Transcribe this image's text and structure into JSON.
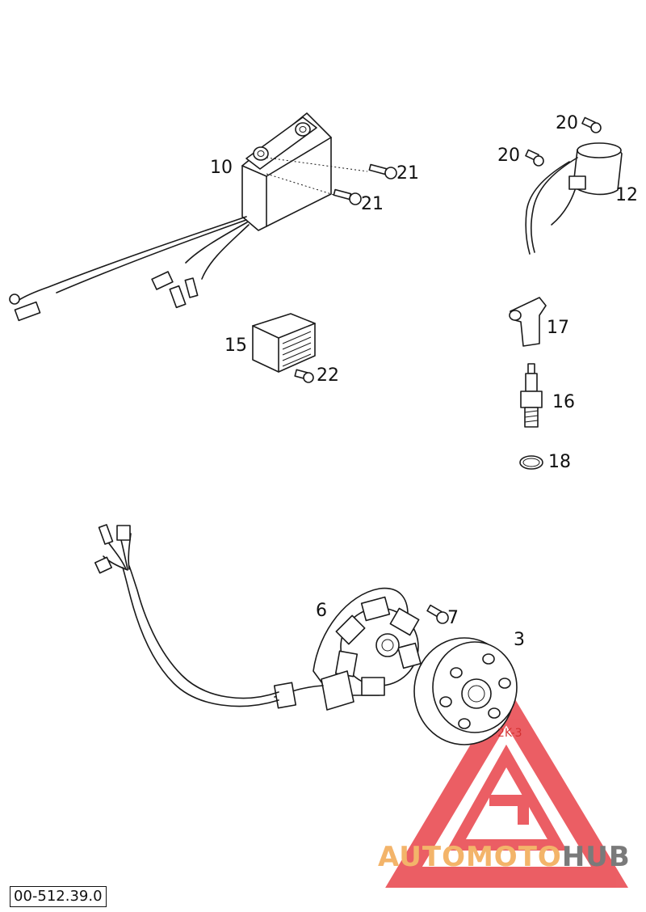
{
  "callouts": {
    "c10": "10",
    "c21a": "21",
    "c21b": "21",
    "c20a": "20",
    "c20b": "20",
    "c12": "12",
    "c15": "15",
    "c22": "22",
    "c17": "17",
    "c16": "16",
    "c18": "18",
    "c6": "6",
    "c7": "7",
    "c3": "3"
  },
  "drawing_number": "00-512.39.0",
  "watermark": {
    "label": "2K-3",
    "brand_part1": "AUTOMOTO",
    "brand_part2": "HUB",
    "colors": {
      "triangle": "#e8434a",
      "brand_light": "#f3b46a",
      "brand_dark": "#7a7a7a"
    }
  }
}
